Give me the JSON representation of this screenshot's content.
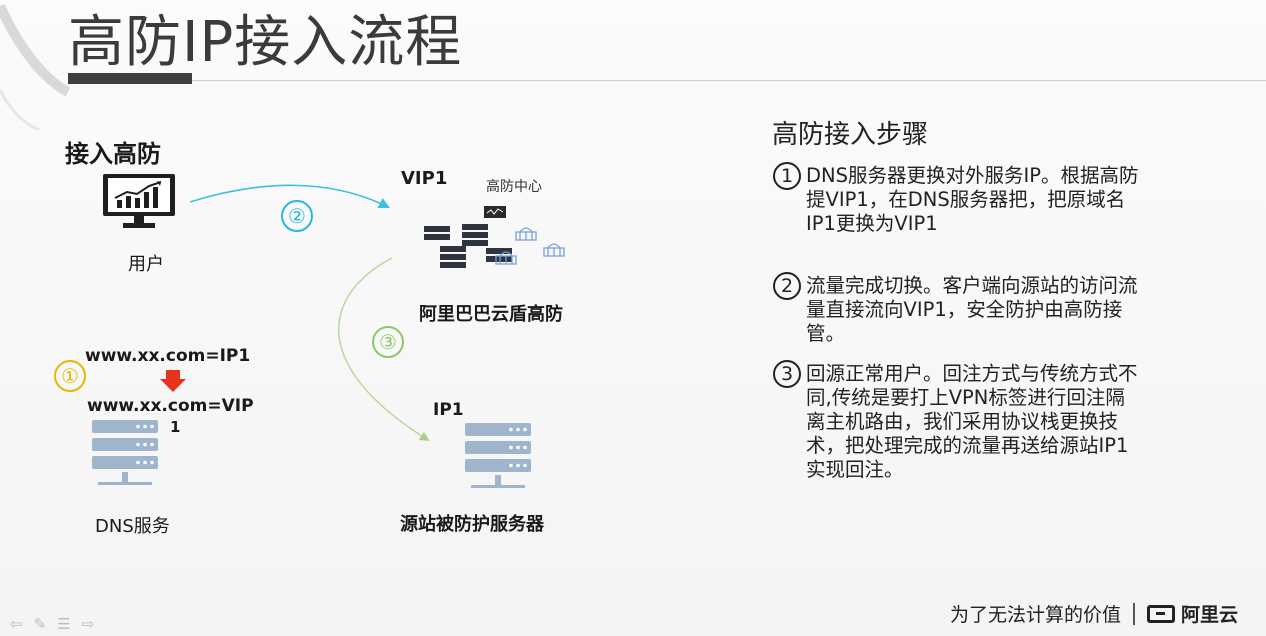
{
  "title": "高防IP接入流程",
  "diagram": {
    "label_access": "接入高防",
    "label_user": "用户",
    "label_vip1": "VIP1",
    "label_center": "高防中心",
    "label_aliyun_dun": "阿里巴巴云盾高防",
    "label_ip1": "IP1",
    "label_origin": "源站被防护服务器",
    "label_dns": "DNS服务",
    "dns_before": "www.xx.com=IP1",
    "dns_after": "www.xx.com=VIP",
    "dns_after_suffix": "1",
    "marker_1": "①",
    "marker_2": "②",
    "marker_3": "③"
  },
  "steps": {
    "heading": "高防接入步骤",
    "items": [
      {
        "num": "1",
        "text": "DNS服务器更换对外服务IP。根据高防提VIP1，在DNS服务器把，把原域名IP1更换为VIP1"
      },
      {
        "num": "2",
        "text": "流量完成切换。客户端向源站的访问流量直接流向VIP1，安全防护由高防接管。"
      },
      {
        "num": "3",
        "text": "回源正常用户。回注方式与传统方式不同,传统是要打上VPN标签进行回注隔离主机路由，我们采用协议栈更换技术，把处理完成的流量再送给源站IP1实现回注。"
      }
    ]
  },
  "footer": {
    "slogan": "为了无法计算的价值",
    "brand": "阿里云"
  },
  "colors": {
    "marker_1": "#e6b800",
    "marker_2": "#2bb7d9",
    "marker_3": "#8ec76a",
    "arrow_2": "#3cc0dc",
    "arrow_3": "#b5d69a",
    "red_arrow": "#e8331c",
    "server": "#9fb5cc"
  },
  "icons": [
    "monitor-chart-icon",
    "server-rack-icon",
    "firewall-icon",
    "red-down-arrow-icon",
    "brand-logo-icon"
  ]
}
